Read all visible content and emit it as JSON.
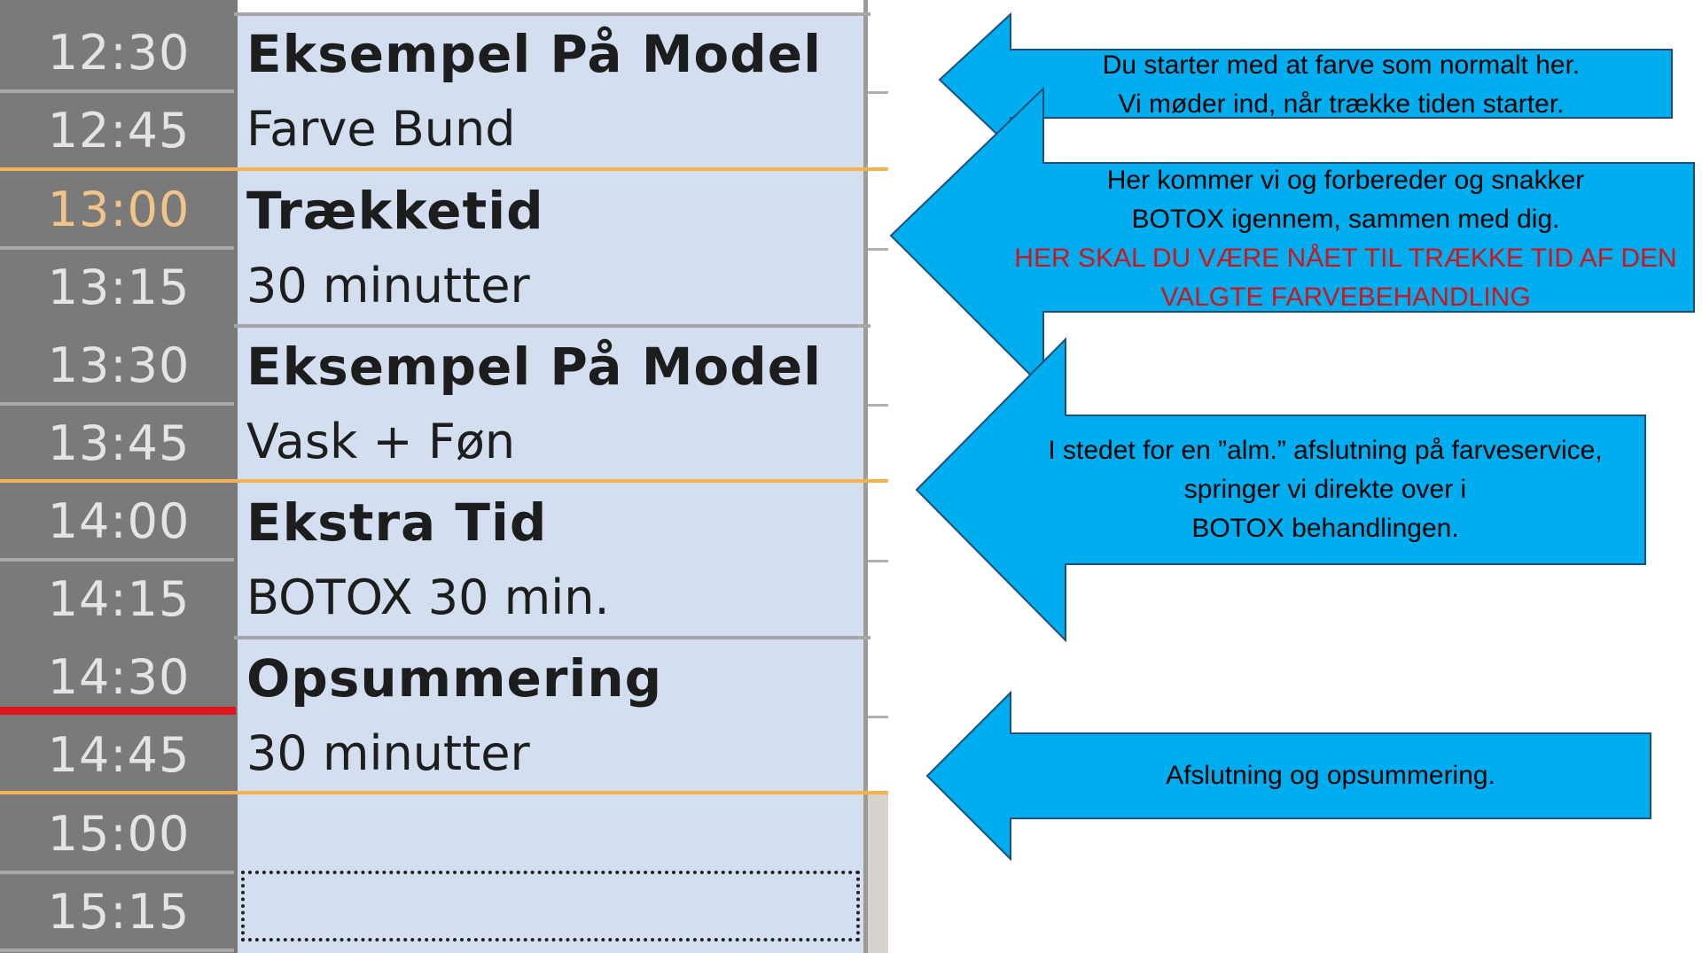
{
  "colors": {
    "time_column": "#7a7a7a",
    "appointment_fill": "#d3dff0",
    "hour_marker_line": "#f6b24e",
    "current_time_line": "#e0141b",
    "callout_fill": "#00aeef",
    "callout_stroke": "#1f4e79",
    "warning_text": "#d0141c"
  },
  "schedule": {
    "times": [
      "12:30",
      "12:45",
      "13:00",
      "13:15",
      "13:30",
      "13:45",
      "14:00",
      "14:15",
      "14:30",
      "14:45",
      "15:00",
      "15:15"
    ],
    "appointments": [
      {
        "title": "Eksempel På Model",
        "subtitle": "Farve Bund"
      },
      {
        "title": "Trækketid",
        "subtitle": "30 minutter"
      },
      {
        "title": "Eksempel På Model",
        "subtitle": "Vask + Føn"
      },
      {
        "title": "Ekstra Tid",
        "subtitle": "BOTOX 30 min."
      },
      {
        "title": "Opsummering",
        "subtitle": "30 minutter"
      }
    ]
  },
  "callouts": [
    {
      "lines": [
        "Du starter med at farve som normalt her.",
        "Vi møder ind, når trække tiden starter."
      ]
    },
    {
      "lines": [
        "Her kommer vi og forbereder og snakker",
        "BOTOX igennem, sammen med dig."
      ],
      "warning_lines": [
        "HER SKAL DU VÆRE  NÅET TIL TRÆKKE TID AF DEN",
        "VALGTE FARVEBEHANDLING"
      ]
    },
    {
      "lines": [
        "I stedet for en ”alm.” afslutning på farveservice,",
        "springer vi direkte over i",
        "BOTOX behandlingen."
      ]
    },
    {
      "lines": [
        "Afslutning og opsummering."
      ]
    }
  ]
}
